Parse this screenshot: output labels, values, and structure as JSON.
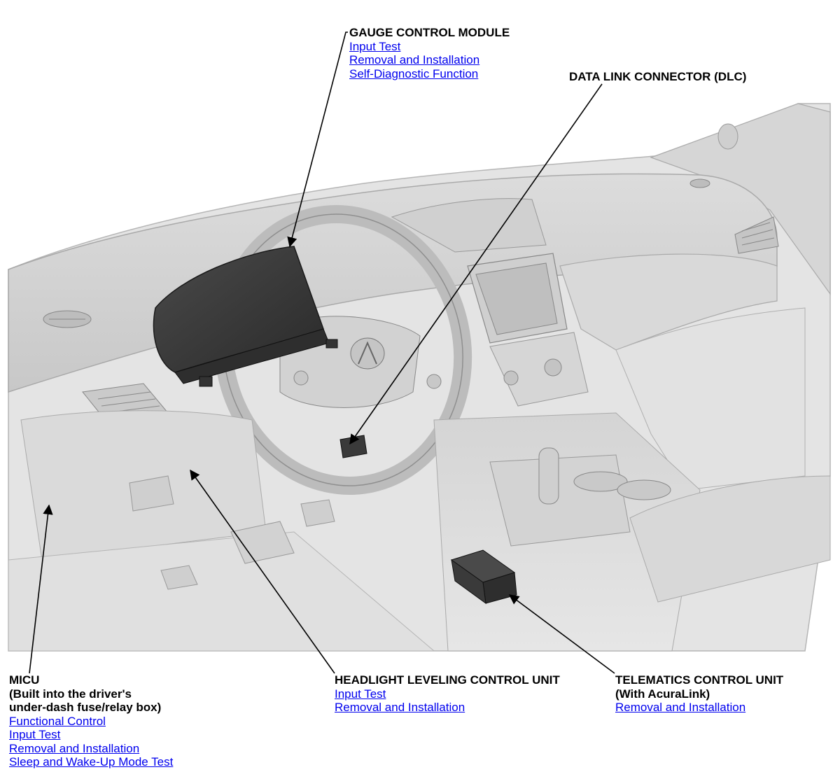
{
  "callouts": {
    "gauge_control_module": {
      "title": "GAUGE CONTROL MODULE",
      "links": [
        "Input Test",
        "Removal and Installation",
        "Self-Diagnostic Function"
      ]
    },
    "data_link_connector": {
      "title": "DATA LINK CONNECTOR (DLC)"
    },
    "micu": {
      "title_lines": [
        "MICU",
        "(Built into the driver's",
        "under-dash fuse/relay box)"
      ],
      "links": [
        "Functional Control",
        "Input Test",
        "Removal and Installation",
        "Sleep and Wake-Up Mode Test"
      ]
    },
    "headlight_leveling_control_unit": {
      "title": "HEADLIGHT LEVELING CONTROL UNIT",
      "links": [
        "Input Test",
        "Removal and Installation"
      ]
    },
    "telematics_control_unit": {
      "title_lines": [
        "TELEMATICS CONTROL UNIT",
        "(With AcuraLink)"
      ],
      "links": [
        "Removal and Installation"
      ]
    }
  },
  "colors": {
    "link": "#0000ee",
    "text": "#000000",
    "illustration_base": "#e3e3e3",
    "illustration_dark": "#3a3a3a"
  }
}
